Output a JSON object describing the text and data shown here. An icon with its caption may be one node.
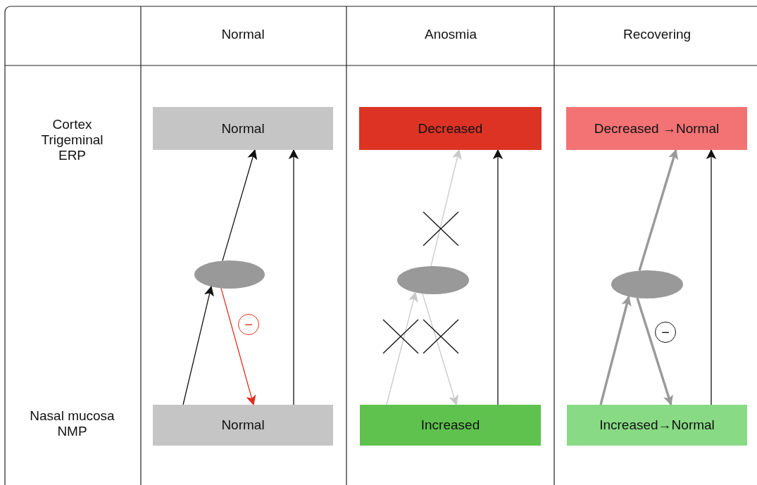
{
  "diagram": {
    "nodes": [
      {
        "text": [
          "Normal"
        ]
      },
      {
        "text": [
          "Decreased"
        ]
      },
      {
        "text": [
          "Decreased →Normal"
        ]
      },
      {
        "text": [],
        "shape": "ellipse"
      },
      {
        "text": [],
        "shape": "ellipse"
      },
      {
        "text": [],
        "shape": "ellipse"
      },
      {
        "text": [
          "Normal"
        ]
      },
      {
        "text": [
          "Increased"
        ]
      },
      {
        "text": [
          "Increased→Normal"
        ]
      }
    ],
    "edges": [
      {
        "from": 6,
        "to": 3,
        "arrow": "to"
      },
      {
        "from": 3,
        "to": 0,
        "arrow": "to"
      },
      {
        "from": 3,
        "to": 6,
        "arrow": "to",
        "label": "−",
        "color": "#e03020"
      },
      {
        "from": 6,
        "to": 0,
        "arrow": "to"
      },
      {
        "from": 7,
        "to": 4,
        "arrow": "to",
        "color": "#c8c8c8"
      },
      {
        "from": 4,
        "to": 1,
        "arrow": "to",
        "color": "#c8c8c8"
      },
      {
        "from": 4,
        "to": 7,
        "arrow": "to",
        "color": "#c8c8c8"
      },
      {
        "from": 7,
        "to": 1,
        "arrow": "to"
      },
      {
        "from": 8,
        "to": 5,
        "arrow": "to",
        "style": "thick",
        "color": "#999999"
      },
      {
        "from": 5,
        "to": 2,
        "arrow": "to",
        "style": "thick",
        "color": "#999999"
      },
      {
        "from": 5,
        "to": 8,
        "arrow": "to",
        "style": "thick",
        "color": "#999999",
        "label": "−"
      },
      {
        "from": 8,
        "to": 2,
        "arrow": "to"
      }
    ],
    "labels": [
      "Normal",
      "Anosmia",
      "Recovering",
      "Cortex Trigeminal ERP",
      "Nasal mucosa NMP"
    ]
  }
}
